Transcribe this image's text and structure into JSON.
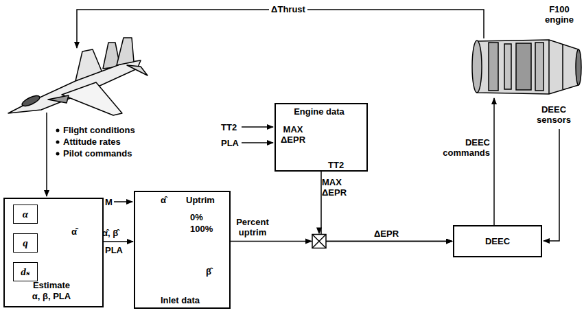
{
  "diagram": {
    "nodes": [
      {
        "text": [
          "Estimate",
          "α, β, PLA"
        ]
      },
      {
        "text": [
          "α"
        ],
        "in": 0
      },
      {
        "text": [
          "q"
        ],
        "in": 0
      },
      {
        "text": [
          "dₛ"
        ],
        "in": 0
      },
      {
        "text": [
          "Uptrim",
          "Inlet data"
        ]
      },
      {
        "text": [
          "Engine data"
        ]
      },
      {
        "text": [
          "DEEC"
        ]
      }
    ],
    "edges": [
      {
        "from": 0,
        "to": 4,
        "arrow": "to",
        "label": "α̂, β̂"
      },
      {
        "from": 4,
        "to": 6,
        "arrow": "to",
        "label": "Percent uptrim"
      },
      {
        "from": 5,
        "to": 6,
        "arrow": "to",
        "label": "MAX ΔEPR"
      }
    ],
    "labels": [
      "Flight conditions",
      "Attitude rates",
      "Pilot commands",
      "ΔThrust",
      "F100 engine",
      "DEEC sensors",
      "DEEC commands",
      "M",
      "PLA",
      "α̂",
      "α̂",
      "0%",
      "100%",
      "β̂",
      "TT2",
      "PLA",
      "MAX ΔEPR",
      "TT2",
      "ΔEPR"
    ]
  }
}
